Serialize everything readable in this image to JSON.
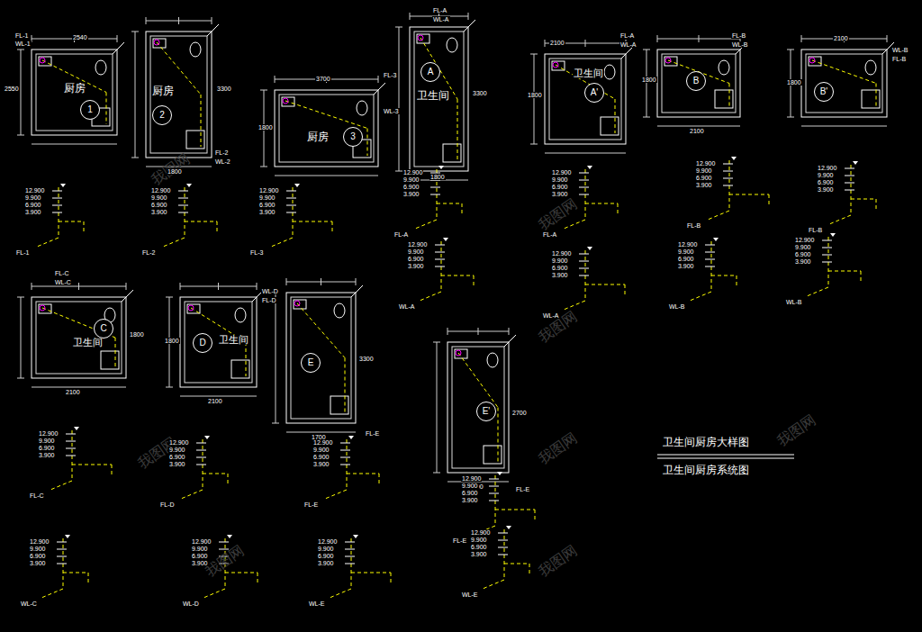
{
  "diagram": {
    "nodes": [
      {
        "text": [
          "1"
        ]
      },
      {
        "text": [
          "2"
        ]
      },
      {
        "text": [
          "3"
        ]
      },
      {
        "text": [
          "A"
        ]
      },
      {
        "text": [
          "A'"
        ]
      },
      {
        "text": [
          "B"
        ]
      },
      {
        "text": [
          "B'"
        ]
      },
      {
        "text": [
          "C"
        ]
      },
      {
        "text": [
          "D"
        ]
      },
      {
        "text": [
          "E"
        ]
      },
      {
        "text": [
          "E'"
        ]
      }
    ],
    "labels": [
      "厨房",
      "厨房",
      "厨房",
      "卫生间",
      "卫生间",
      "卫生间",
      "卫生间",
      "卫生间厨房大样图",
      "卫生间厨房系统图",
      "2540",
      "2550",
      "1800",
      "3300",
      "3700",
      "1800",
      "1800",
      "3300",
      "2100",
      "1800",
      "2100",
      "1800",
      "2100",
      "1800",
      "2100",
      "1800",
      "2100",
      "1800",
      "1700",
      "3300",
      "1700",
      "2700",
      "FL-1",
      "WL-1",
      "FL-2",
      "WL-2",
      "FL-3",
      "WL-3",
      "FL-A",
      "WL-A",
      "FL-A",
      "WL-A",
      "FL-B",
      "WL-B",
      "WL-B",
      "FL-B",
      "FL-C",
      "WL-C",
      "WL-D",
      "FL-D",
      "FL-E",
      "FL-E",
      "我图网",
      "我图网",
      "我图网",
      "我图网",
      "我图网",
      "我图网",
      "我图网",
      "我图网",
      "12.900",
      "9.900",
      "6.900",
      "3.900",
      "FL-1",
      "12.900",
      "9.900",
      "6.900",
      "3.900",
      "FL-2",
      "12.900",
      "9.900",
      "6.900",
      "3.900",
      "FL-3",
      "12.900",
      "9.900",
      "6.900",
      "3.900",
      "FL-A",
      "12.900",
      "9.900",
      "6.900",
      "3.900",
      "FL-A",
      "12.900",
      "9.900",
      "6.900",
      "3.900",
      "FL-B",
      "12.900",
      "9.900",
      "6.900",
      "3.900",
      "FL-B",
      "12.900",
      "9.900",
      "6.900",
      "3.900",
      "WL-A",
      "12.900",
      "9.900",
      "6.900",
      "3.900",
      "WL-A",
      "12.900",
      "9.900",
      "6.900",
      "3.900",
      "WL-B",
      "12.900",
      "9.900",
      "6.900",
      "3.900",
      "WL-B",
      "12.900",
      "9.900",
      "6.900",
      "3.900",
      "FL-C",
      "12.900",
      "9.900",
      "6.900",
      "3.900",
      "FL-D",
      "12.900",
      "9.900",
      "6.900",
      "3.900",
      "FL-E",
      "12.900",
      "9.900",
      "6.900",
      "3.900",
      "FL-E",
      "12.900",
      "9.900",
      "6.900",
      "3.900",
      "WL-C",
      "12.900",
      "9.900",
      "6.900",
      "3.900",
      "WL-D",
      "12.900",
      "9.900",
      "6.900",
      "3.900",
      "WL-E",
      "12.900",
      "9.900",
      "6.900",
      "3.900",
      "WL-E"
    ]
  }
}
